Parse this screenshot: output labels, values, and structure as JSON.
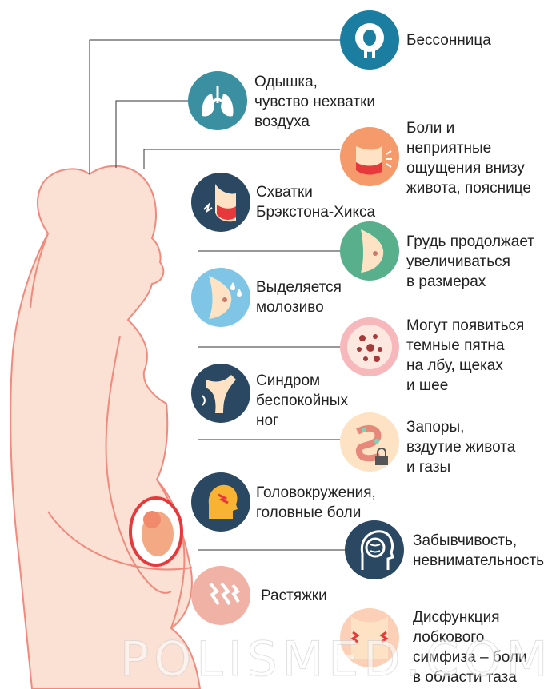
{
  "colors": {
    "silhouette_fill": "#fbe0d4",
    "silhouette_stroke": "#f08a7d",
    "connector": "#333333",
    "blue": "#1b7ea0",
    "navy": "#2b4863",
    "teal": "#3a8fa0",
    "orange": "#f59a6b",
    "green": "#57b08b",
    "lightblue": "#7fc6e6",
    "pink": "#f7b8bc",
    "cream": "#fde3c3",
    "salmon": "#f1b2a6",
    "peach": "#fbd0b6"
  },
  "symptoms": [
    {
      "id": "insomnia",
      "icon": "sheep-icon",
      "lines": [
        "Бессонница"
      ]
    },
    {
      "id": "dyspnea",
      "icon": "lungs-icon",
      "lines": [
        "Одышка,",
        "чувство нехватки",
        "воздуха"
      ]
    },
    {
      "id": "lower-pain",
      "icon": "belly-pain-icon",
      "lines": [
        "Боли и",
        "неприятные",
        "ощущения внизу",
        "живота, пояснице"
      ]
    },
    {
      "id": "braxton",
      "icon": "contraction-icon",
      "lines": [
        "Схватки",
        "Брэкстона-Хикса"
      ]
    },
    {
      "id": "breast",
      "icon": "breast-icon",
      "lines": [
        "Грудь продолжает",
        "увеличиваться",
        "в размерах"
      ]
    },
    {
      "id": "colostrum",
      "icon": "colostrum-icon",
      "lines": [
        "Выделяется",
        "молозиво"
      ]
    },
    {
      "id": "spots",
      "icon": "skin-spots-icon",
      "lines": [
        "Могут появиться",
        "темные пятна",
        "на лбу, щеках",
        "и шее"
      ]
    },
    {
      "id": "legs",
      "icon": "legs-icon",
      "lines": [
        "Синдром",
        "беспокойных",
        "ног"
      ]
    },
    {
      "id": "constipation",
      "icon": "intestine-lock-icon",
      "lines": [
        "Запоры,",
        "вздутие живота",
        "и газы"
      ]
    },
    {
      "id": "dizziness",
      "icon": "head-lightning-icon",
      "lines": [
        "Головокружения,",
        "головные боли"
      ]
    },
    {
      "id": "forgetful",
      "icon": "brain-head-icon",
      "lines": [
        "Забывчивость,",
        "невнимательность"
      ]
    },
    {
      "id": "stretch",
      "icon": "stretch-marks-icon",
      "lines": [
        "Растяжки"
      ]
    },
    {
      "id": "symphysis",
      "icon": "pelvis-pain-icon",
      "lines": [
        "Дисфункция",
        "лобкового",
        "симфиза – боли",
        "в области таза"
      ]
    }
  ],
  "watermark": "POLISMED.COM"
}
